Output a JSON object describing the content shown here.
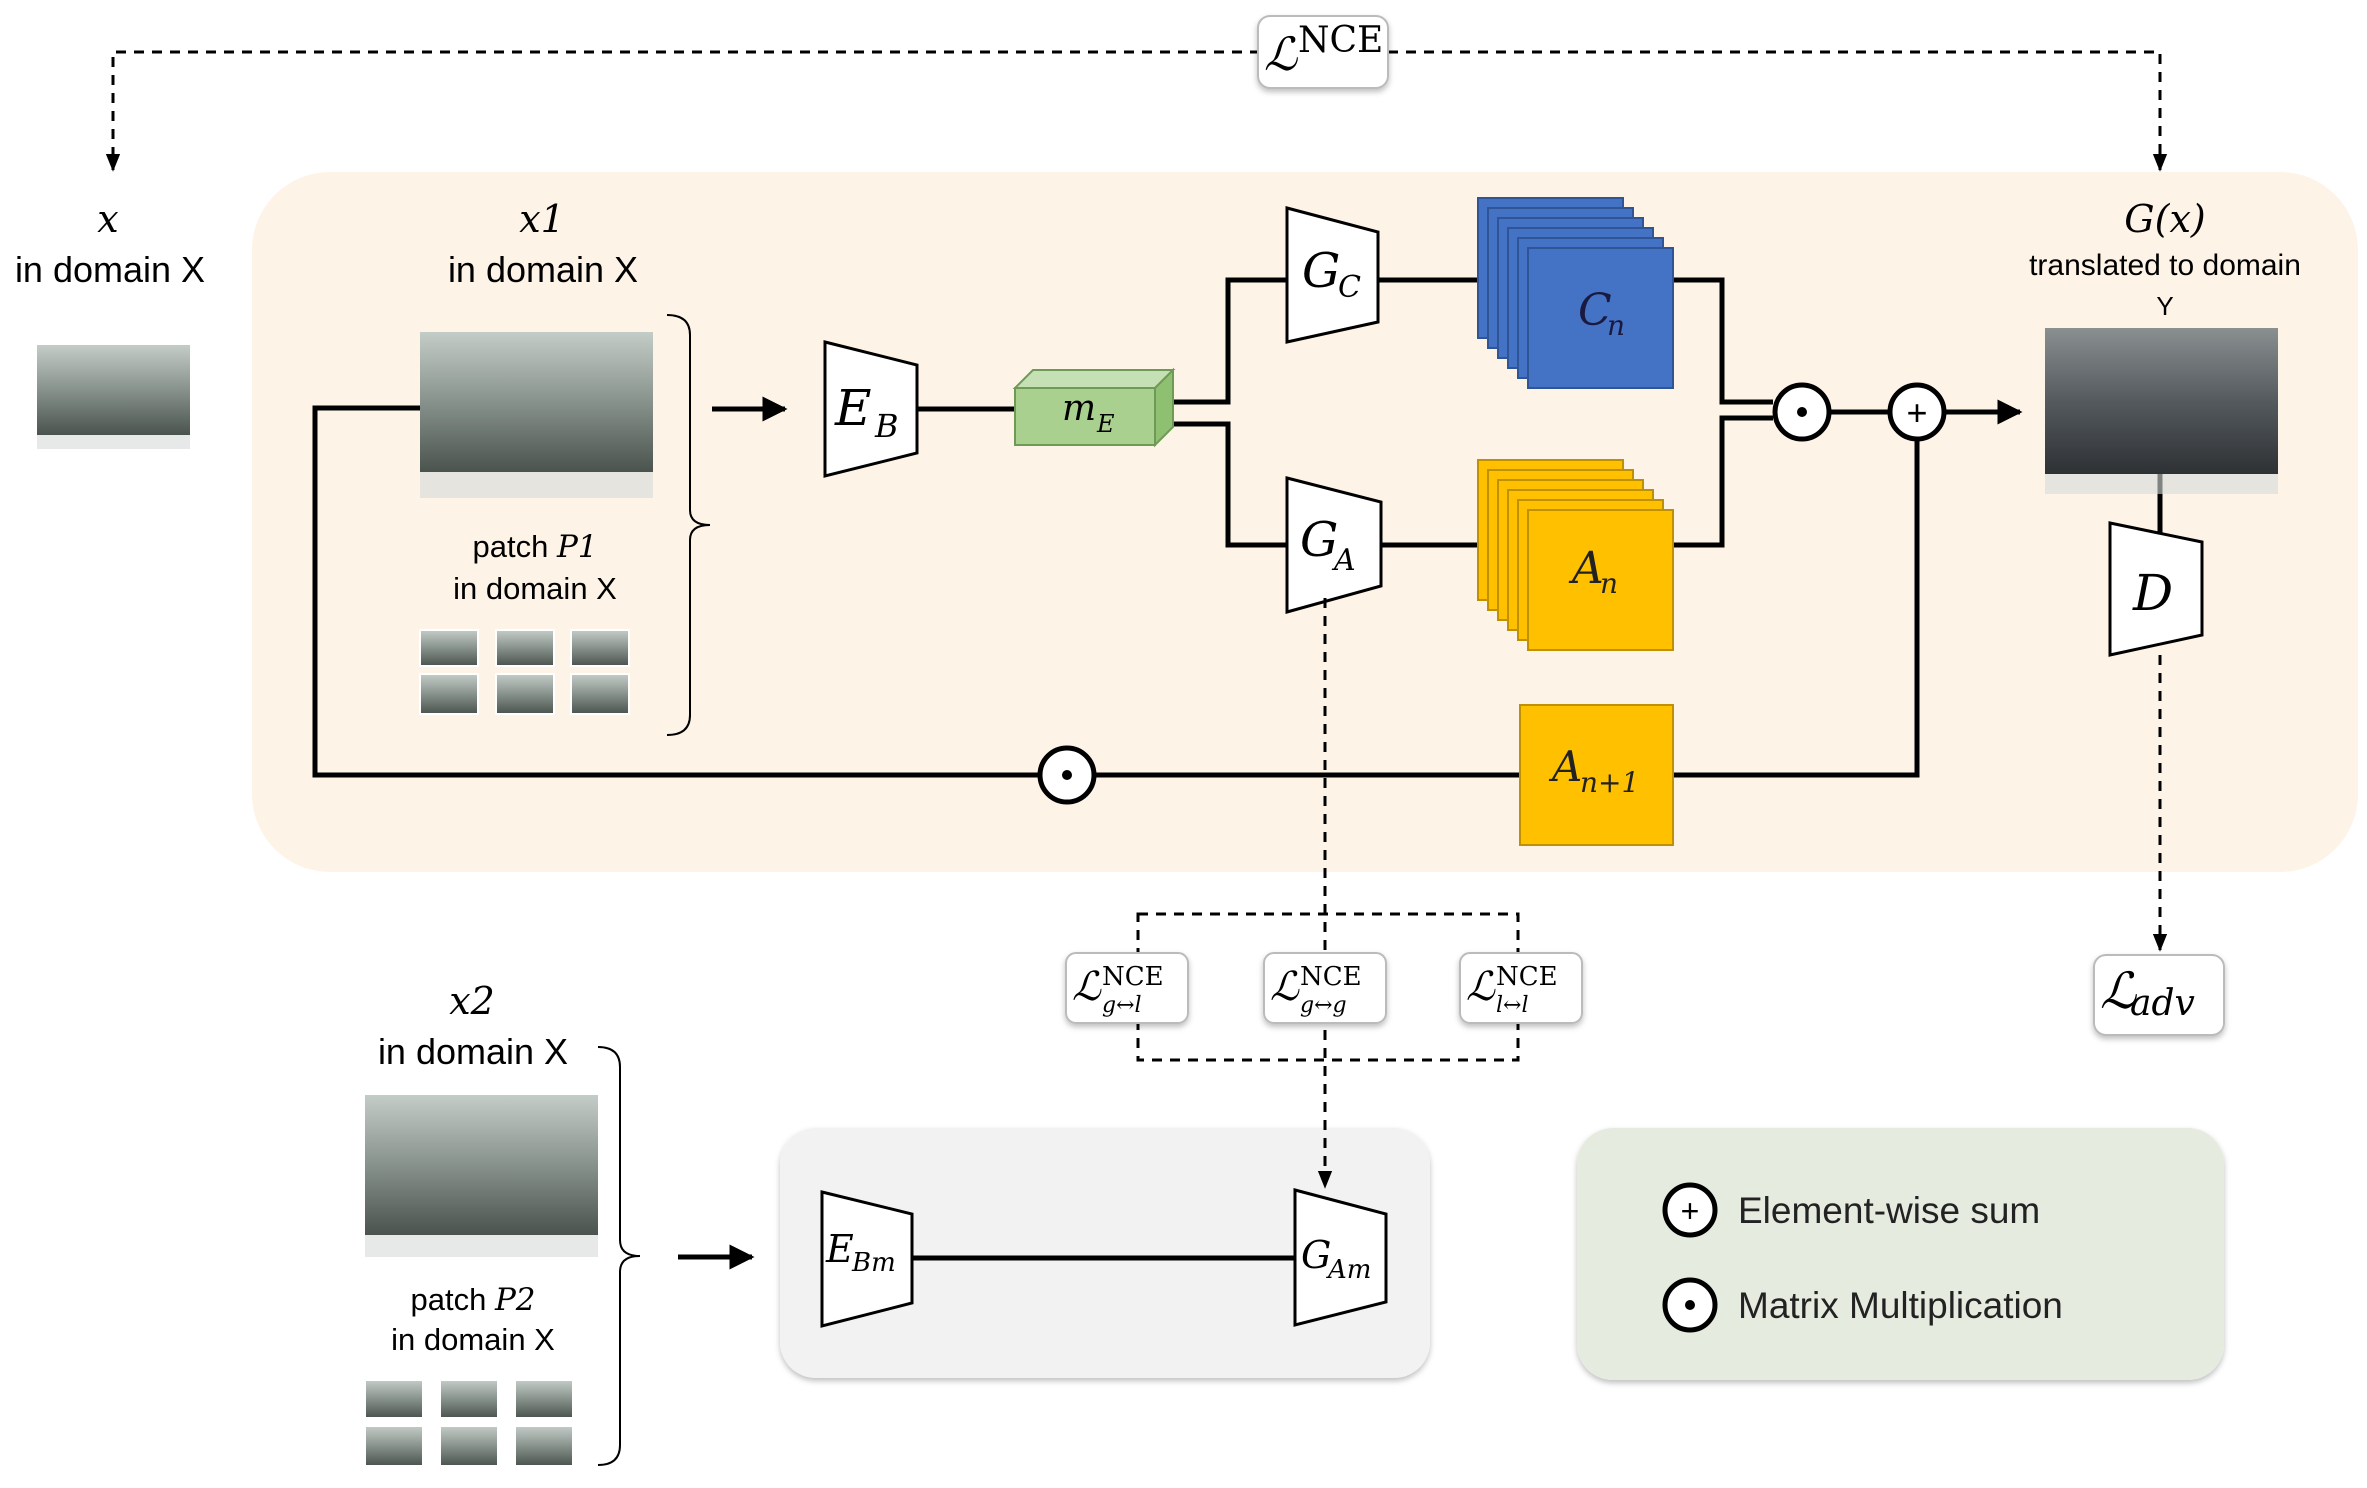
{
  "loss_top": {
    "symbol": "ℒ",
    "sup": "NCE"
  },
  "input_x": {
    "var": "x",
    "domain": "in domain X"
  },
  "input_x1": {
    "var": "x1",
    "domain": "in domain X",
    "patch_prefix": "patch",
    "patch_var": "P1",
    "patch_domain": "in domain X"
  },
  "input_x2": {
    "var": "x2",
    "domain": "in domain X",
    "patch_prefix": "patch",
    "patch_var": "P2",
    "patch_domain": "in domain X"
  },
  "output": {
    "var": "G(x)",
    "line1": "translated to domain",
    "line2": "Y"
  },
  "blocks": {
    "encoder": {
      "base": "E",
      "sub": "B"
    },
    "feature": {
      "base": "m",
      "sub": "E"
    },
    "gen_c": {
      "base": "G",
      "sub": "C"
    },
    "gen_a": {
      "base": "G",
      "sub": "A"
    },
    "content": {
      "base": "C",
      "sub": "n"
    },
    "attention": {
      "base": "A",
      "sub": "n"
    },
    "attention_extra": {
      "base": "A",
      "sub": "n+1"
    },
    "discriminator": {
      "base": "D"
    },
    "encoder_m": {
      "base": "E",
      "sub": "Bm"
    },
    "gen_am": {
      "base": "G",
      "sub": "Am"
    }
  },
  "losses": {
    "gl": {
      "symbol": "ℒ",
      "sup": "NCE",
      "sub": "g↔l"
    },
    "gg": {
      "symbol": "ℒ",
      "sup": "NCE",
      "sub": "g↔g"
    },
    "ll": {
      "symbol": "ℒ",
      "sup": "NCE",
      "sub": "l↔l"
    },
    "adv": {
      "symbol": "ℒ",
      "sub": "adv"
    }
  },
  "ops": {
    "sum": "+",
    "mul": "•"
  },
  "legend": {
    "sum_label": "Element-wise sum",
    "mul_label": "Matrix Multiplication"
  },
  "colors": {
    "main_panel": "#fdf3e7",
    "bottom_panel": "#f2f2f2",
    "legend_panel": "#e6ebe0",
    "content_blue": "#4472c4",
    "attention_yellow": "#ffc000",
    "feature_green": "#a9d08e"
  }
}
